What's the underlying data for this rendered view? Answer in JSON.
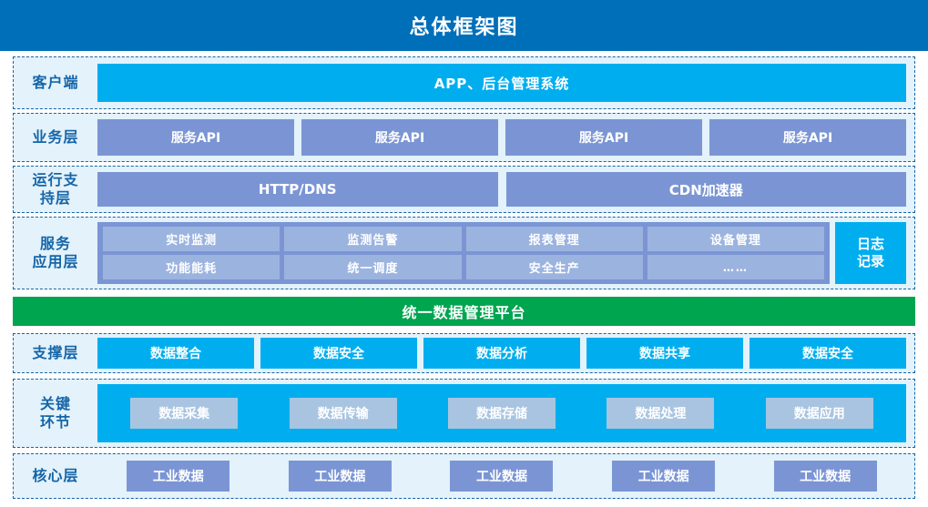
{
  "title": "总体框架图",
  "colors": {
    "title_bar": "#006FBA",
    "cyan": "#00AEEF",
    "slate_blue": "#7B95D4",
    "light_slate": "#9BB3DF",
    "pale_blue": "#A8C4E0",
    "green": "#00A550",
    "row_fill": "#E3F2FB",
    "row_border": "#1565A8",
    "label_text": "#1565A8"
  },
  "rows": {
    "client": {
      "label": "客户端",
      "bar": "APP、后台管理系统"
    },
    "business": {
      "label": "业务层",
      "boxes": [
        "服务API",
        "服务API",
        "服务API",
        "服务API"
      ]
    },
    "runtime": {
      "label": "运行支\n持层",
      "label_line1": "运行支",
      "label_line2": "持层",
      "boxes": [
        "HTTP/DNS",
        "CDN加速器"
      ]
    },
    "service": {
      "label_line1": "服务",
      "label_line2": "应用层",
      "row1": [
        "实时监测",
        "监测告警",
        "报表管理",
        "设备管理"
      ],
      "row2": [
        "功能能耗",
        "统一调度",
        "安全生产",
        "……"
      ],
      "log_line1": "日志",
      "log_line2": "记录"
    },
    "platform": {
      "label": "统一数据管理平台"
    },
    "support": {
      "label": "支撑层",
      "boxes": [
        "数据整合",
        "数据安全",
        "数据分析",
        "数据共享",
        "数据安全"
      ]
    },
    "keylink": {
      "label_line1": "关键",
      "label_line2": "环节",
      "boxes": [
        "数据采集",
        "数据传输",
        "数据存储",
        "数据处理",
        "数据应用"
      ]
    },
    "core": {
      "label": "核心层",
      "boxes": [
        "工业数据",
        "工业数据",
        "工业数据",
        "工业数据",
        "工业数据"
      ]
    }
  }
}
